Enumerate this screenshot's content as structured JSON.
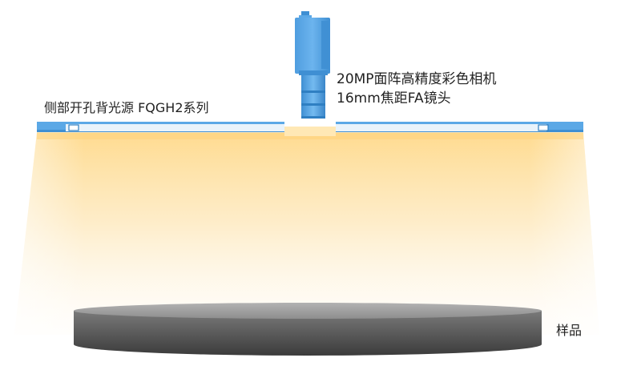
{
  "labels": {
    "backlight": "侧部开孔背光源 FQGH2系列",
    "camera_line1": "20MP面阵高精度彩色相机",
    "camera_line2": "16mm焦距FA镜头",
    "sample": "样品"
  },
  "colors": {
    "device_blue": "#5ba8e6",
    "device_blue_dark": "#3f8fd3",
    "light_warm": "#ffd98a",
    "sample_top": "#9c9c9c",
    "sample_side_dark": "#3b3b3b"
  },
  "icons": {
    "camera": "camera-icon",
    "lens": "lens-icon",
    "backlight": "backlight-bar-icon",
    "sample": "sample-disc-icon"
  }
}
